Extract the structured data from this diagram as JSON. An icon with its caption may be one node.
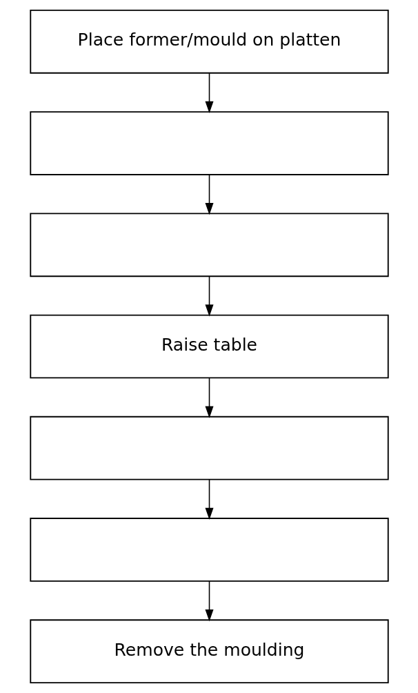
{
  "diagram": {
    "nodes": [
      {
        "text": [
          "Place former/mould on platten"
        ]
      },
      {
        "text": [],
        "shape": "box"
      },
      {
        "text": [],
        "shape": "box"
      },
      {
        "text": [
          "Raise table"
        ]
      },
      {
        "text": [],
        "shape": "box"
      },
      {
        "text": [],
        "shape": "box"
      },
      {
        "text": [
          "Remove the moulding"
        ]
      }
    ],
    "edges": [
      {
        "from": 0,
        "to": 1,
        "arrow": "to"
      },
      {
        "from": 1,
        "to": 2,
        "arrow": "to"
      },
      {
        "from": 2,
        "to": 3,
        "arrow": "to"
      },
      {
        "from": 3,
        "to": 4,
        "arrow": "to"
      },
      {
        "from": 4,
        "to": 5,
        "arrow": "to"
      },
      {
        "from": 5,
        "to": 6,
        "arrow": "to"
      }
    ]
  }
}
